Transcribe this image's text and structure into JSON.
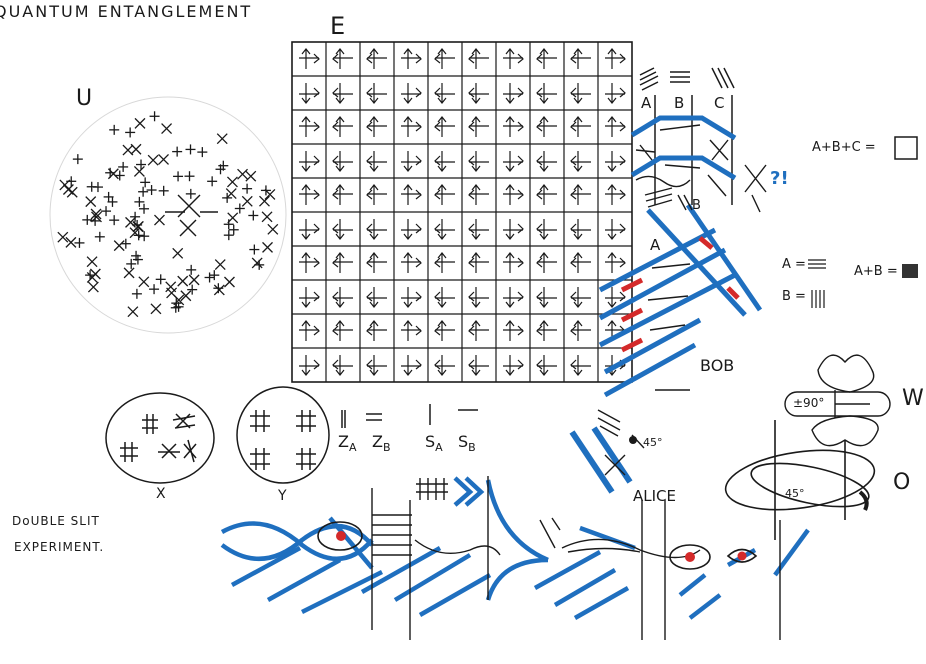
{
  "title": "QUANTUM ENTANGLEMENT",
  "labels": {
    "u": "U",
    "e": "E",
    "a": "A",
    "b": "B",
    "c": "C",
    "a2": "A",
    "b2": "B",
    "bob": "BOB",
    "alice": "ALICE",
    "angle_alice": "45°",
    "w": "W",
    "o": "O",
    "w_angle": "±90°",
    "o_angle": "45°",
    "x": "X",
    "y": "Y",
    "za": "Z",
    "za_sub": "A",
    "zb": "Z",
    "zb_sub": "B",
    "sa": "S",
    "sa_sub": "A",
    "sb": "S",
    "sb_sub": "B",
    "double_slit_1": "DoUBLE SLIT",
    "double_slit_2": "EXPERIMENT.",
    "eq_abc": "A+B+C =",
    "eq_a": "A =",
    "eq_b": "B =",
    "eq_ab": "A+B =",
    "qmark": "?!"
  },
  "colors": {
    "ink": "#1a1a1a",
    "blue": "#1f6fbf",
    "red": "#d42a2a"
  }
}
